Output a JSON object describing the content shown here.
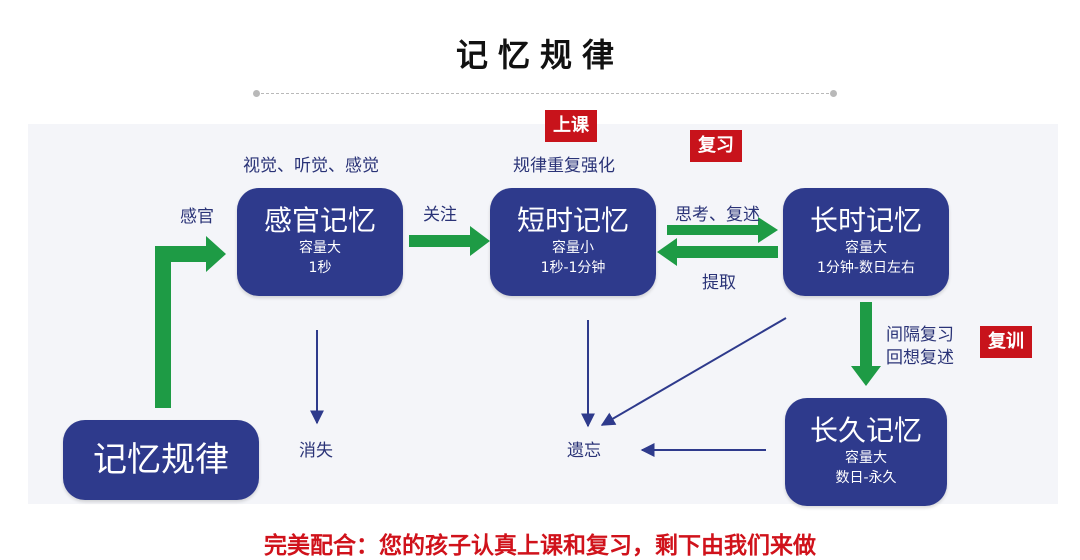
{
  "title": "记忆规律",
  "root": {
    "name": "记忆规律"
  },
  "sensory": {
    "name": "感官记忆",
    "capacity": "容量大",
    "duration": "1秒",
    "input_label": "视觉、听觉、感觉",
    "entry_label": "感官"
  },
  "short_term": {
    "name": "短时记忆",
    "capacity": "容量小",
    "duration": "1秒-1分钟"
  },
  "long_term": {
    "name": "长时记忆",
    "capacity": "容量大",
    "duration": "1分钟-数日左右"
  },
  "permanent": {
    "name": "长久记忆",
    "capacity": "容量大",
    "duration": "数日-永久"
  },
  "flows": {
    "attention": "关注",
    "rehearse": "思考、复述",
    "retrieve": "提取",
    "reinforce": "规律重复强化",
    "interval_review": "间隔复习",
    "recall_review": "回想复述",
    "disappear": "消失",
    "forget": "遗忘"
  },
  "tags": {
    "class": "上课",
    "review": "复习",
    "retrain": "复训"
  },
  "slogan": "完美配合：您的孩子认真上课和复习，剩下由我们来做",
  "colors": {
    "box": "#2e3a8c",
    "green_arrow": "#1e9b45",
    "thin_arrow": "#2e3a8c",
    "tag": "#c8131b",
    "slogan": "#d0121b"
  }
}
